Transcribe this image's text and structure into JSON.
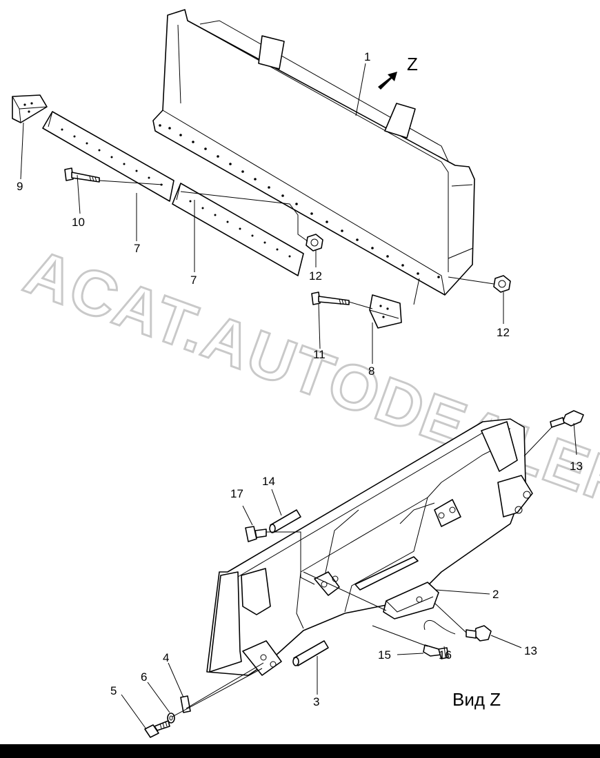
{
  "diagram": {
    "view_letter": "Z",
    "view_caption": "Вид Z",
    "watermark": "ACAT.AUTODEALER.RU",
    "callouts": [
      {
        "id": "c1",
        "label": "1"
      },
      {
        "id": "c2",
        "label": "2"
      },
      {
        "id": "c3",
        "label": "3"
      },
      {
        "id": "c4",
        "label": "4"
      },
      {
        "id": "c5",
        "label": "5"
      },
      {
        "id": "c6",
        "label": "6"
      },
      {
        "id": "c7a",
        "label": "7"
      },
      {
        "id": "c7b",
        "label": "7"
      },
      {
        "id": "c8",
        "label": "8"
      },
      {
        "id": "c9",
        "label": "9"
      },
      {
        "id": "c10",
        "label": "10"
      },
      {
        "id": "c11",
        "label": "11"
      },
      {
        "id": "c12a",
        "label": "12"
      },
      {
        "id": "c12b",
        "label": "12"
      },
      {
        "id": "c13a",
        "label": "13"
      },
      {
        "id": "c13b",
        "label": "13"
      },
      {
        "id": "c14",
        "label": "14"
      },
      {
        "id": "c15",
        "label": "15"
      },
      {
        "id": "c16",
        "label": "16"
      },
      {
        "id": "c17",
        "label": "17"
      }
    ]
  }
}
